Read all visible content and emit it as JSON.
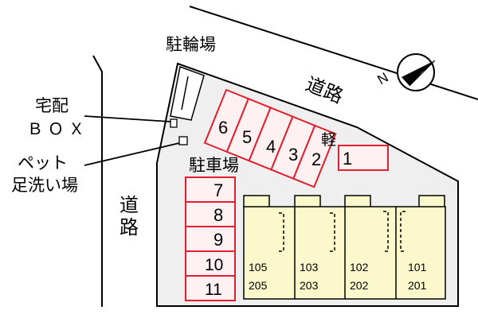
{
  "map": {
    "colors": {
      "parking_stroke": "#e0202e",
      "parking_fill": "#fff0f2",
      "building_fill": "#fbf8cc",
      "lot_fill": "#efefef",
      "line": "#000000"
    },
    "roads": {
      "north": "道路",
      "west": "道路"
    },
    "bicycle_parking": "駐輪場",
    "delivery_box": {
      "line1": "宅配",
      "line2": "ＢＯＸ"
    },
    "pet_wash": {
      "line1": "ペット",
      "line2": "足洗い場"
    },
    "parking_label": "駐車場",
    "light_vehicle_label": "軽",
    "compass": {
      "north_label": "N"
    },
    "diagonal_spots": [
      "6",
      "5",
      "4",
      "3",
      "2"
    ],
    "spot_1": "1",
    "column_spots": [
      "7",
      "8",
      "9",
      "10",
      "11"
    ],
    "buildings": [
      {
        "upper": "105",
        "lower": "205"
      },
      {
        "upper": "103",
        "lower": "203"
      },
      {
        "upper": "102",
        "lower": "202"
      },
      {
        "upper": "101",
        "lower": "201"
      }
    ]
  }
}
